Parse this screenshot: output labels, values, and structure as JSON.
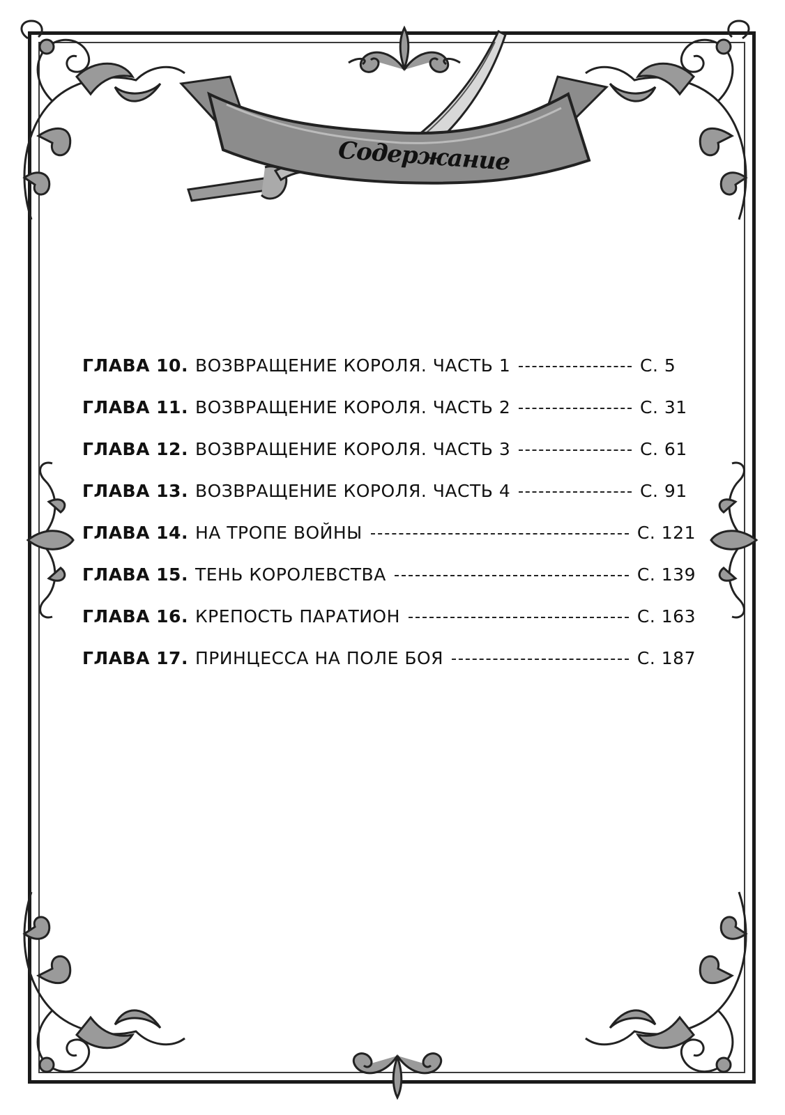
{
  "header": {
    "title": "Содержание"
  },
  "toc": [
    {
      "chapter": "Глава 10.",
      "title": "Возвращение короля. Часть 1",
      "page": "С. 5"
    },
    {
      "chapter": "Глава 11.",
      "title": "Возвращение короля. Часть 2",
      "page": "С. 31"
    },
    {
      "chapter": "Глава 12.",
      "title": "Возвращение короля. Часть 3",
      "page": "С. 61"
    },
    {
      "chapter": "Глава 13.",
      "title": "Возвращение короля. Часть 4",
      "page": "С. 91"
    },
    {
      "chapter": "Глава 14.",
      "title": "На тропе войны",
      "page": "С. 121"
    },
    {
      "chapter": "Глава 15.",
      "title": "Тень королевства",
      "page": "С. 139"
    },
    {
      "chapter": "Глава 16.",
      "title": "Крепость Паратион",
      "page": "С. 163"
    },
    {
      "chapter": "Глава 17.",
      "title": "Принцесса на поле боя",
      "page": "С. 187"
    }
  ],
  "colors": {
    "frame": "#1a1a1a",
    "ornament_fill": "#9a9a9a",
    "ribbon_fill": "#8c8c8c",
    "text": "#111111"
  },
  "icons": [
    "ornamental-frame",
    "sword-icon",
    "ribbon-banner"
  ]
}
